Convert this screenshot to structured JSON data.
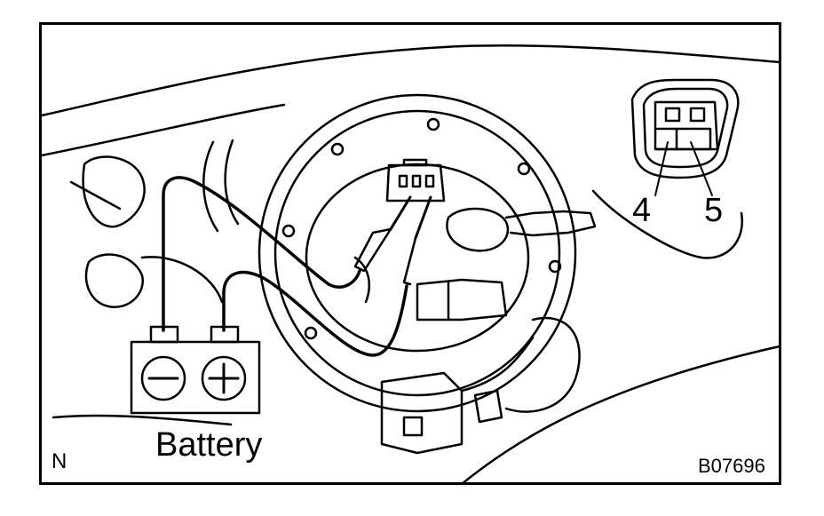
{
  "diagram": {
    "battery_label": "Battery",
    "pin_left": "4",
    "pin_right": "5",
    "corner_mark": "N",
    "figure_id": "B07696",
    "icons": {
      "negative_terminal": "minus-sign",
      "positive_terminal": "plus-sign"
    },
    "colors": {
      "ink": "#000000",
      "paper": "#ffffff"
    }
  }
}
